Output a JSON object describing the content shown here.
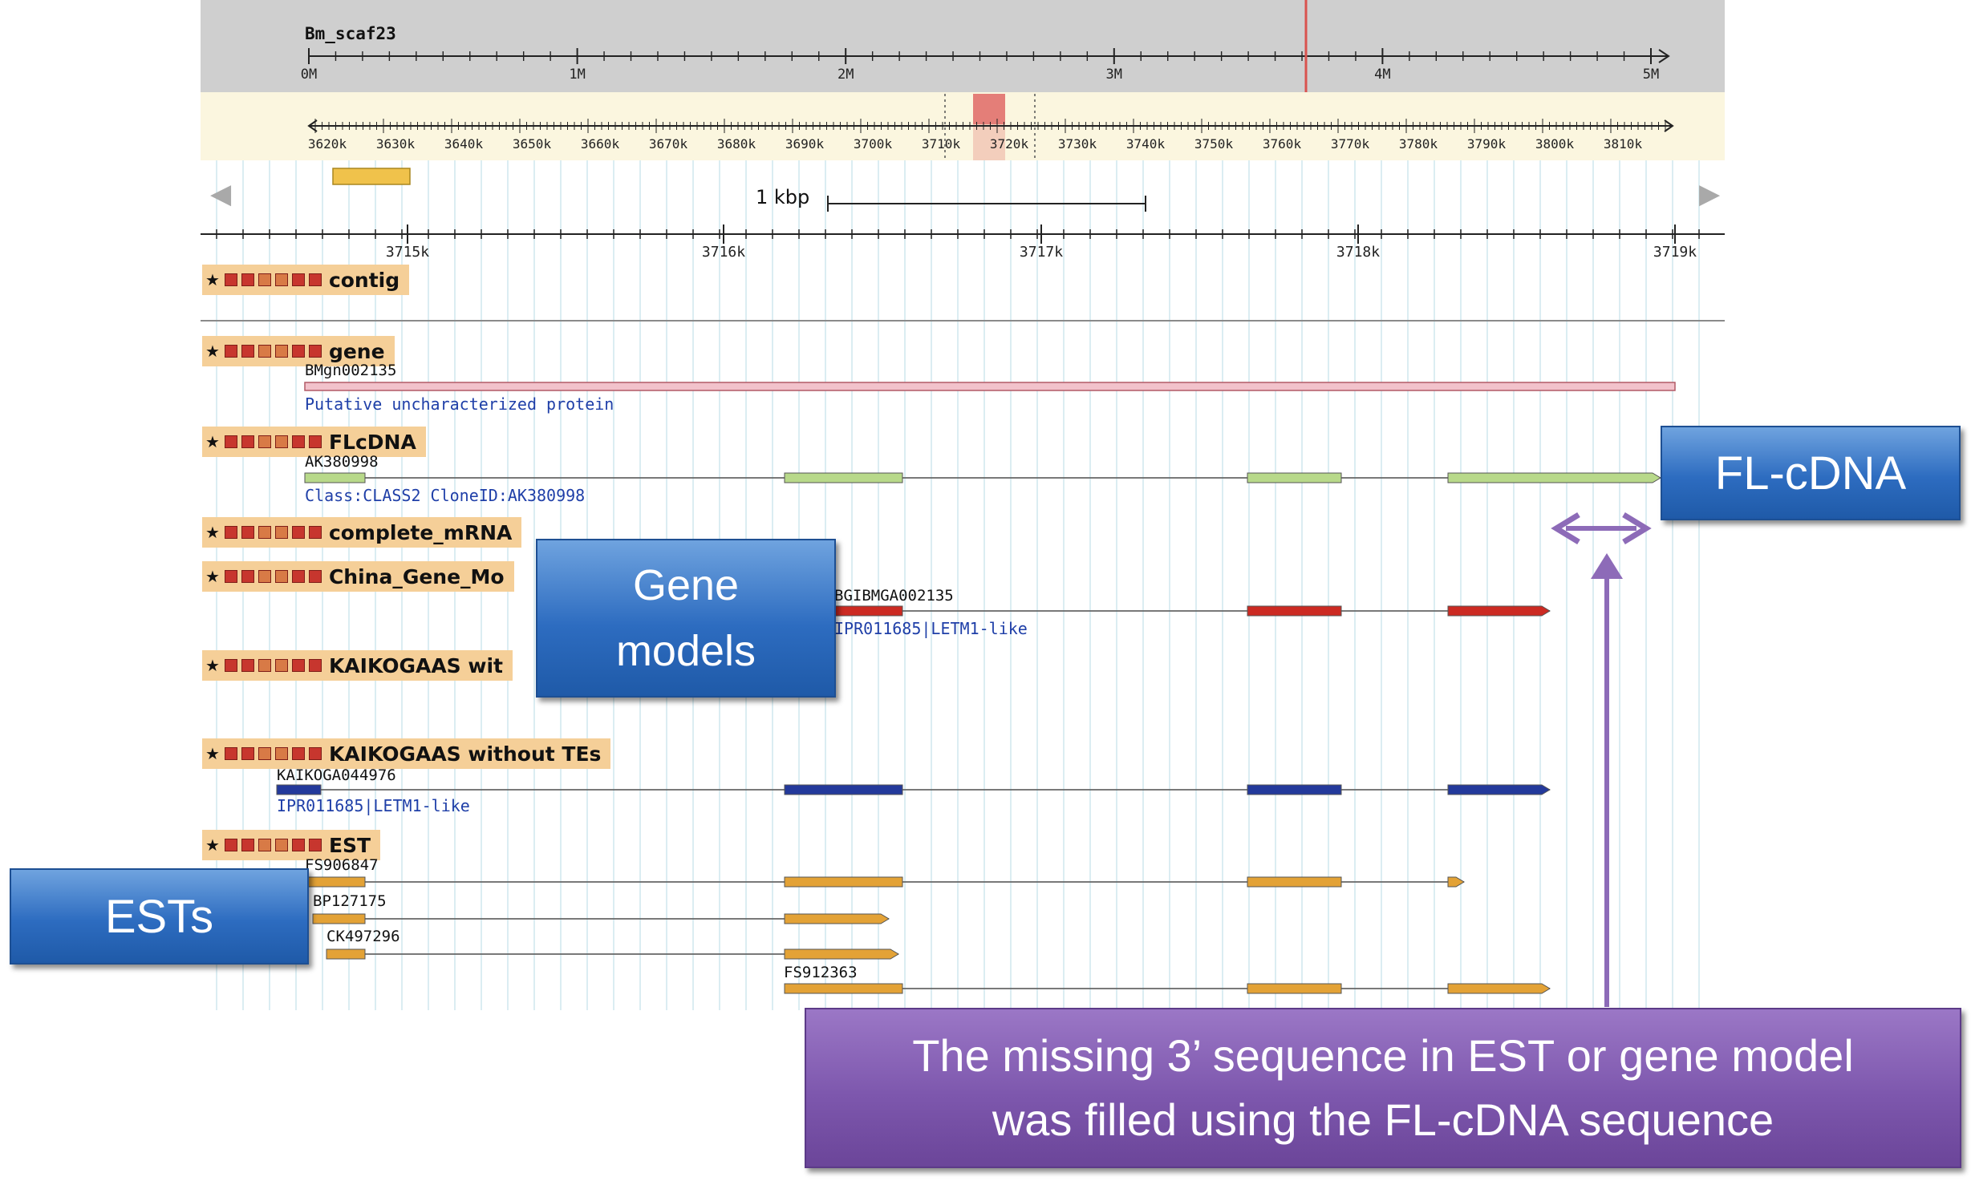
{
  "scaffold": {
    "name": "Bm_scaf23",
    "ticks": [
      "0M",
      "1M",
      "2M",
      "3M",
      "4M",
      "5M"
    ]
  },
  "region_ticks": [
    "3620k",
    "3630k",
    "3640k",
    "3650k",
    "3660k",
    "3670k",
    "3680k",
    "3690k",
    "3700k",
    "3710k",
    "3720k",
    "3730k",
    "3740k",
    "3750k",
    "3760k",
    "3770k",
    "3780k",
    "3790k",
    "3800k",
    "3810k"
  ],
  "scale_bar": {
    "label": "1 kbp"
  },
  "detail_ticks": [
    "3715k",
    "3716k",
    "3717k",
    "3718k",
    "3719k"
  ],
  "nav": {
    "left": "◀",
    "right": "▶"
  },
  "tracks": [
    {
      "title": "contig"
    },
    {
      "title": "gene",
      "feature_name": "BMgn002135",
      "description": "Putative uncharacterized protein"
    },
    {
      "title": "FLcDNA",
      "feature_name": "AK380998",
      "description": "Class:CLASS2 CloneID:AK380998"
    },
    {
      "title": "complete_mRNA"
    },
    {
      "title": "China_Gene_Mo",
      "feature_name": "BGIBMGA002135",
      "description": "IPR011685|LETM1-like"
    },
    {
      "title": "KAIKOGAAS wit"
    },
    {
      "title": "KAIKOGAAS without TEs",
      "feature_name": "KAIKOGA044976",
      "description": "IPR011685|LETM1-like"
    },
    {
      "title": "EST",
      "features": [
        "FS906847",
        "BP127175",
        "CK497296",
        "FS912363"
      ]
    }
  ],
  "callouts": {
    "gene_models": [
      "Gene",
      "models"
    ],
    "fl_cdna": "FL-cDNA",
    "ests": "ESTs",
    "missing": [
      "The missing 3’ sequence in EST or gene model",
      "was filled using the FL-cDNA sequence"
    ]
  },
  "colors": {
    "overview_bg": "#cfcfcf",
    "region_bg": "#fbf6df",
    "track_header": "#f5cf98",
    "gene_bar": "#f2c2cb",
    "flcdna": "#b8d98a",
    "china_gene": "#cc2a22",
    "kaikogaas": "#23399b",
    "est": "#e3a236",
    "highlight": "#e0706c",
    "callout_blue": "#2d6cc0",
    "callout_purple": "#7d57ad",
    "arrow_purple": "#8d6bb8"
  }
}
